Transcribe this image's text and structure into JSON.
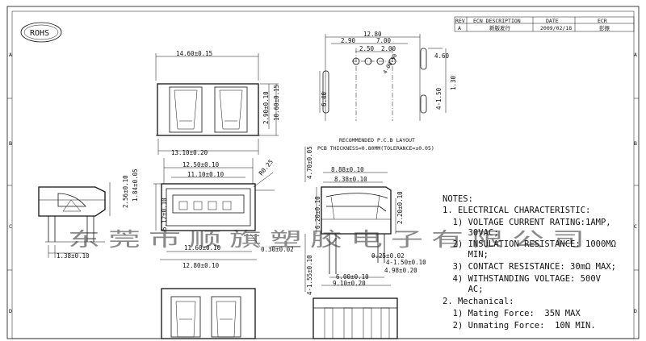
{
  "border": {
    "row_marks": [
      "A",
      "B",
      "C",
      "D"
    ],
    "rohs_logo": "ROHS"
  },
  "revision_table": {
    "headers": [
      "REV",
      "ECN DESCRIPTION",
      "DATE",
      "ECR"
    ],
    "rows": [
      [
        "A",
        "新版发行",
        "2009/02/18",
        "彭振"
      ]
    ]
  },
  "top_view": {
    "width": "14.60±0.15",
    "height_a": "2.90±0.10",
    "height_b": "10.60±0.15",
    "bottom_width": "13.10±0.20"
  },
  "pcb_layout": {
    "d_12_80": "12.80",
    "d_2_90": "2.90",
    "d_7_00": "7.00",
    "d_2_50": "2.50",
    "d_2_00": "2.00",
    "hole_dia": "4-Ø0.90",
    "d_4_60": "4.60",
    "d_1_30": "1.30",
    "d_6_40": "6.40",
    "slot": "4-1.50",
    "title": "RECOMMENDED P.C.B LAYOUT",
    "thickness": "PCB THICKNESS=0.80MM(TOLERANCE=±0.05)"
  },
  "side_view_left": {
    "d_1_38": "1.38±0.10",
    "d_5_12": "5.12±0.10",
    "d_2_56": "2.56±0.10",
    "d_1_84": "1.84±0.05",
    "d_r0_25": "R0.25"
  },
  "front_view": {
    "d_12_50": "12.50±0.10",
    "d_11_10": "11.10±0.10",
    "d_11_60": "11.60±0.10",
    "d_12_80": "12.80±0.10",
    "d_0_30": "0.30±0.02"
  },
  "side_view_right": {
    "d_4_70": "4.70±0.05",
    "d_8_88": "8.88±0.10",
    "d_8_38": "8.38±0.10",
    "d_6_20": "6.20±0.10",
    "d_2_20": "2.20±0.10",
    "d_0_25": "0.25±0.02",
    "d_1_50": "4-1.50±0.10",
    "d_4_98": "4.98±0.20",
    "d_6_00": "6.00±0.10",
    "d_9_10": "9.10±0.20",
    "d_1_55": "4-1.55±0.10"
  },
  "notes": {
    "title": "NOTES:",
    "lines": [
      "1. ELECTRICAL CHARACTERISTIC:",
      "  1) VOLTAGE CURRENT RATING:1AMP,",
      "     30VAC;",
      "  2) INSULATION RESISTANCE: 1000MΩ",
      "     MIN;",
      "  3) CONTACT RESISTANCE: 30mΩ MAX;",
      "  4) WITHSTANDING VOLTAGE: 500V",
      "     AC;",
      "2. Mechanical:",
      "  1) Mating Force:  35N MAX",
      "  2) Unmating Force:  10N MIN."
    ]
  },
  "watermark": "东莞市顺旗塑胶电子有限公司"
}
